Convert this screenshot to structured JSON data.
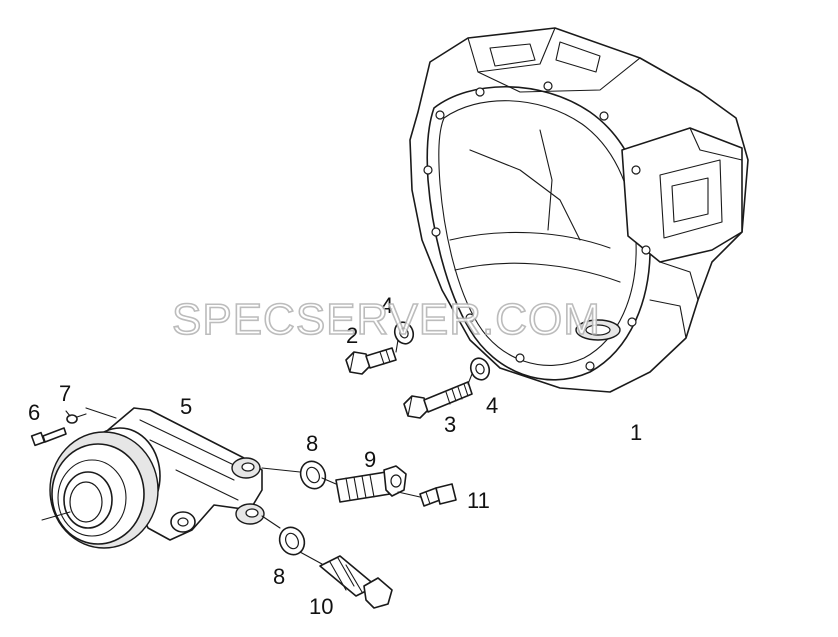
{
  "diagram": {
    "watermark": "SPECSERVER.COM",
    "callouts": {
      "n1": "1",
      "n2": "2",
      "n3": "3",
      "n4a": "4",
      "n4b": "4",
      "n5": "5",
      "n6": "6",
      "n7": "7",
      "n8a": "8",
      "n8b": "8",
      "n9": "9",
      "n10": "10",
      "n11": "11"
    }
  }
}
